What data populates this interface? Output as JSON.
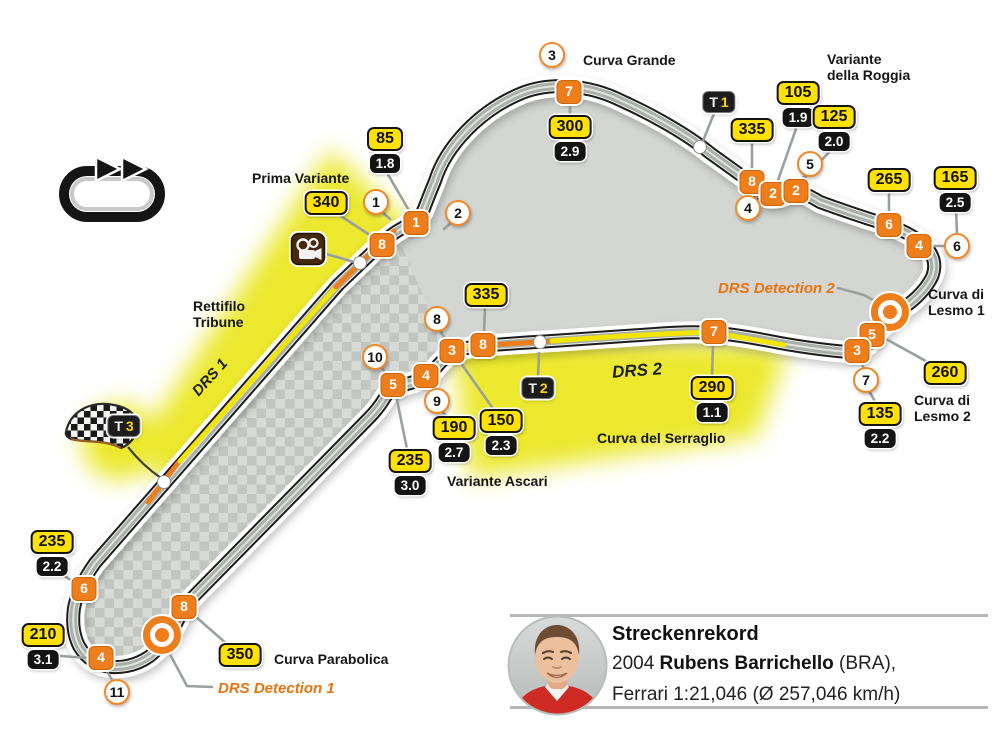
{
  "labels": {
    "curva_grande": "Curva Grande",
    "variante_roggia": "Variante\ndella Roggia",
    "lesmo1": "Curva di\nLesmo 1",
    "lesmo2": "Curva di\nLesmo 2",
    "serraglio": "Curva del Serraglio",
    "ascari": "Variante Ascari",
    "parabolica": "Curva Parabolica",
    "prima_variante": "Prima Variante",
    "rettifilo": "Rettifilo\nTribune",
    "drs1": "DRS 1",
    "drs2": "DRS 2",
    "drs_det1": "DRS Detection 1",
    "drs_det2": "DRS Detection 2"
  },
  "turns": [
    "1",
    "2",
    "3",
    "4",
    "5",
    "6",
    "7",
    "8",
    "9",
    "10",
    "11"
  ],
  "gears": [
    "8",
    "1",
    "7",
    "8",
    "2",
    "2",
    "6",
    "4",
    "5",
    "3",
    "7",
    "8",
    "3",
    "4",
    "5",
    "6",
    "4",
    "8"
  ],
  "speeds": [
    {
      "kmh": "85",
      "g": "1.8"
    },
    {
      "kmh": "340",
      "g": ""
    },
    {
      "kmh": "300",
      "g": "2.9"
    },
    {
      "kmh": "335",
      "g": ""
    },
    {
      "kmh": "105",
      "g": "1.9"
    },
    {
      "kmh": "125",
      "g": "2.0"
    },
    {
      "kmh": "265",
      "g": ""
    },
    {
      "kmh": "165",
      "g": "2.5"
    },
    {
      "kmh": "260",
      "g": ""
    },
    {
      "kmh": "135",
      "g": "2.2"
    },
    {
      "kmh": "290",
      "g": "1.1"
    },
    {
      "kmh": "335",
      "g": ""
    },
    {
      "kmh": "150",
      "g": "2.3"
    },
    {
      "kmh": "190",
      "g": "2.7"
    },
    {
      "kmh": "235",
      "g": "3.0"
    },
    {
      "kmh": "235",
      "g": "2.2"
    },
    {
      "kmh": "210",
      "g": "3.1"
    },
    {
      "kmh": "350",
      "g": ""
    }
  ],
  "sectors": [
    {
      "prefix": "T",
      "num": "1"
    },
    {
      "prefix": "T",
      "num": "2"
    },
    {
      "prefix": "T",
      "num": "3"
    }
  ],
  "record": {
    "title": "Streckenrekord",
    "year_prefix": "2004 ",
    "driver": "Rubens Barrichello",
    "nationality": " (BRA),",
    "detail": "Ferrari 1:21,046 (Ø 257,046 km/h)"
  },
  "icons": {
    "direction": "clockwise-direction-arrows-icon",
    "camera": "tv-camera-icon",
    "flag": "finish-flag-icon",
    "drs_marker": "drs-detection-marker",
    "timing_dot": "timing-line-dot"
  },
  "colors": {
    "accent_orange": "#ee7d1b",
    "speed_yellow": "#ffe103",
    "gforce_black": "#141414",
    "drs_stripe_yellow": "#f2e500",
    "track_gray": "#a8b0a9",
    "glow_yellow": "#e7e300"
  }
}
